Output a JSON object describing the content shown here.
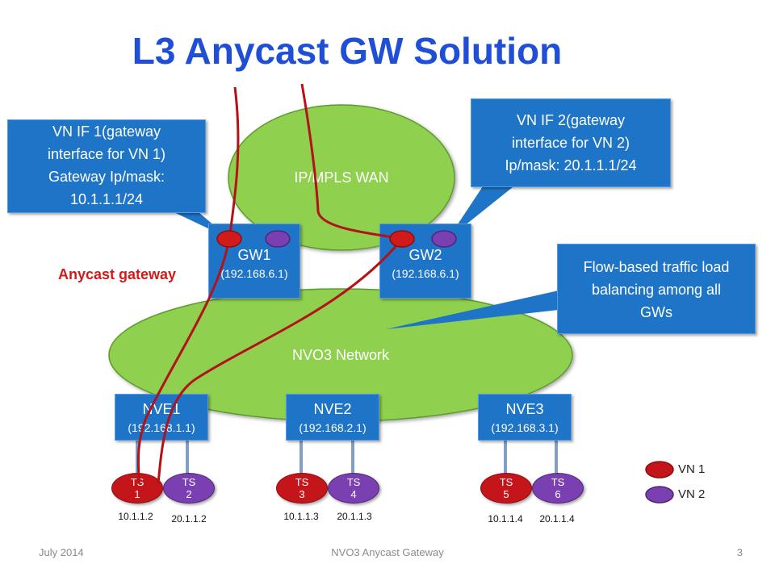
{
  "title": "L3 Anycast GW Solution",
  "clouds": {
    "wan_label": "IP/MPLS WAN",
    "nvo3_label": "NVO3 Network"
  },
  "anycast_label": "Anycast gateway",
  "gateways": [
    {
      "name": "GW1",
      "ip": "(192.168.6.1)"
    },
    {
      "name": "GW2",
      "ip": "(192.168.6.1)"
    }
  ],
  "nves": [
    {
      "name": "NVE1",
      "ip": "(192.168.1.1)"
    },
    {
      "name": "NVE2",
      "ip": "(192.168.2.1)"
    },
    {
      "name": "NVE3",
      "ip": "(192.168.3.1)"
    }
  ],
  "callouts": {
    "vn_if1": [
      "VN IF 1(gateway",
      "interface for VN 1)",
      "Gateway Ip/mask:",
      "10.1.1.1/24"
    ],
    "vn_if2": [
      "VN IF 2(gateway",
      "interface for VN 2)",
      "Ip/mask: 20.1.1.1/24"
    ],
    "flow": [
      "Flow-based traffic load",
      "balancing among all",
      "GWs"
    ]
  },
  "tenant_systems": [
    {
      "l1": "TS",
      "l2": "1",
      "ip": "10.1.1.2",
      "vn": "VN 1"
    },
    {
      "l1": "TS",
      "l2": "2",
      "ip": "20.1.1.2",
      "vn": "VN 2"
    },
    {
      "l1": "TS",
      "l2": "3",
      "ip": "10.1.1.3",
      "vn": "VN 1"
    },
    {
      "l1": "TS",
      "l2": "4",
      "ip": "20.1.1.3",
      "vn": "VN 2"
    },
    {
      "l1": "TS",
      "l2": "5",
      "ip": "10.1.1.4",
      "vn": "VN 1"
    },
    {
      "l1": "TS",
      "l2": "6",
      "ip": "20.1.1.4",
      "vn": "VN 2"
    }
  ],
  "legend": [
    {
      "label": "VN 1",
      "color": "#c4151b"
    },
    {
      "label": "VN 2",
      "color": "#7a3fb0"
    }
  ],
  "footer": {
    "date": "July 2014",
    "center": "NVO3 Anycast Gateway",
    "page": "3"
  }
}
